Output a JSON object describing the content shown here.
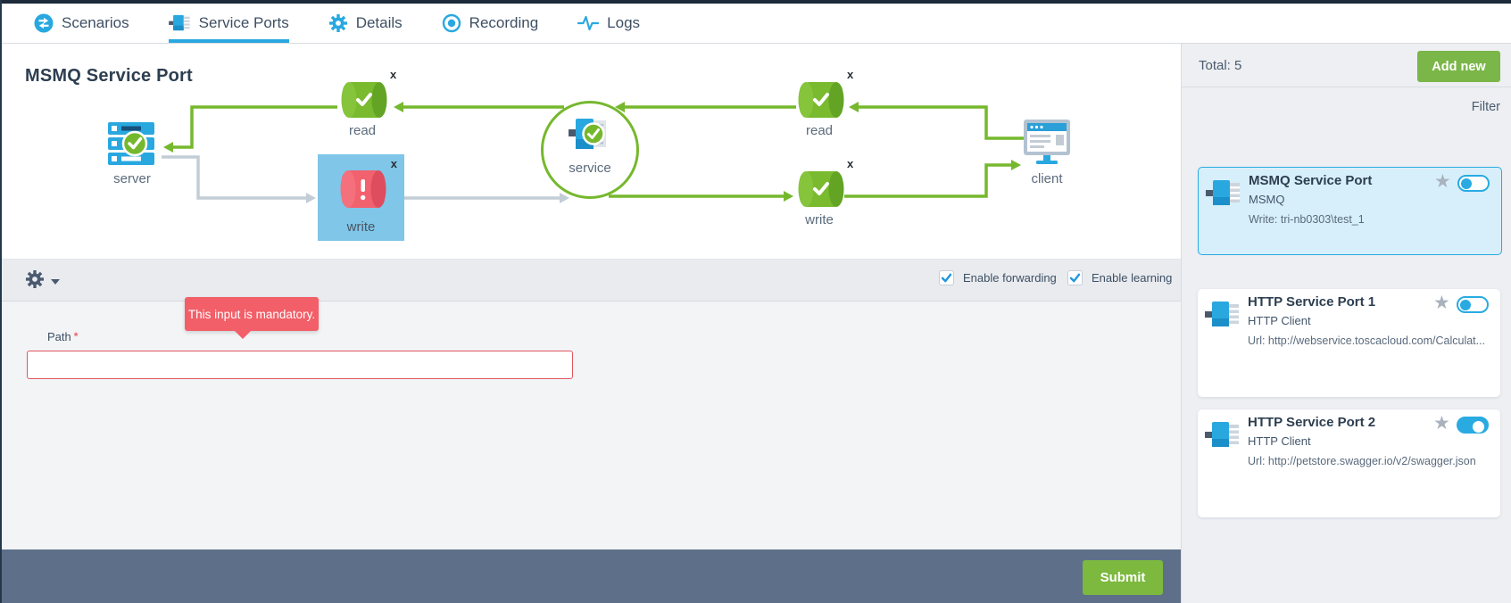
{
  "nav": {
    "tabs": [
      {
        "label": "Scenarios"
      },
      {
        "label": "Service Ports"
      },
      {
        "label": "Details"
      },
      {
        "label": "Recording"
      },
      {
        "label": "Logs"
      }
    ]
  },
  "main": {
    "title": "MSMQ Service Port",
    "diagram": {
      "server_label": "server",
      "service_label": "service",
      "client_label": "client",
      "read_left_label": "read",
      "write_left_label": "write",
      "read_right_label": "read",
      "write_right_label": "write",
      "close_mark": "x"
    },
    "settings": {
      "forwarding_label": "Enable forwarding",
      "forwarding_checked": true,
      "learning_label": "Enable learning",
      "learning_checked": true
    },
    "form": {
      "tooltip_text": "This input is mandatory.",
      "path_label": "Path",
      "required_mark": "*",
      "path_value": "",
      "submit_label": "Submit"
    }
  },
  "sidebar": {
    "total_label": "Total: 5",
    "add_new_label": "Add new",
    "filter_label": "Filter",
    "cards": [
      {
        "title": "MSMQ Service Port",
        "type": "MSMQ",
        "detail": "Write: tri-nb0303\\test_1",
        "selected": true,
        "toggle_on": false,
        "favorite": false
      },
      {
        "title": "HTTP Service Port 1",
        "type": "HTTP Client",
        "detail": "Url: http://webservice.toscacloud.com/Calculat...",
        "selected": false,
        "toggle_on": false,
        "favorite": false
      },
      {
        "title": "HTTP Service Port 2",
        "type": "HTTP Client",
        "detail": "Url: http://petstore.swagger.io/v2/swagger.json",
        "selected": false,
        "toggle_on": true,
        "favorite": false
      }
    ]
  },
  "colors": {
    "accent_blue": "#29a8e0",
    "diagram_green": "#76b82d",
    "button_green": "#7cb93e",
    "error_red": "#f25f68",
    "footer_slate": "#5e7089",
    "selected_card_bg": "#d7effa",
    "text_dark": "#2d3e50"
  }
}
